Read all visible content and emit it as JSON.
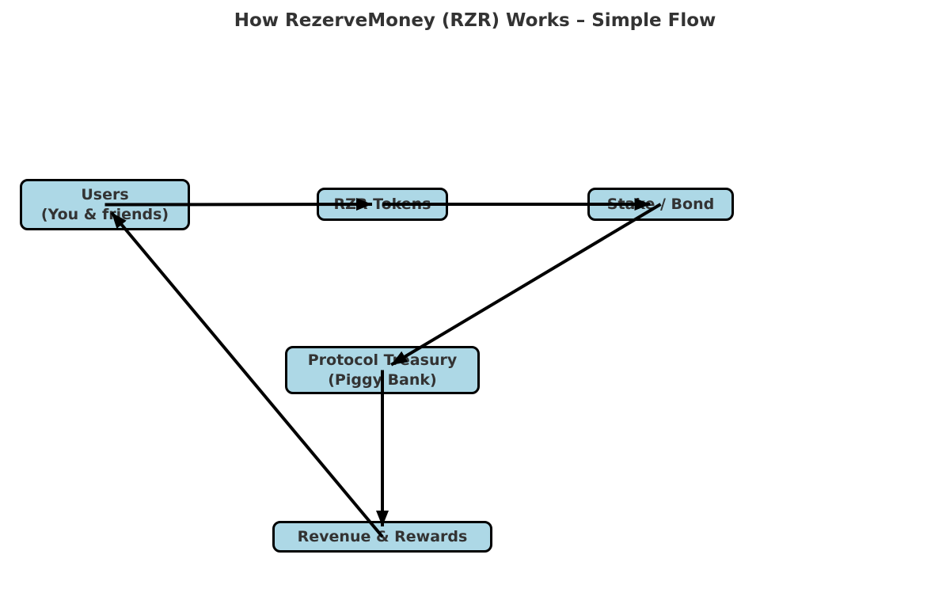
{
  "title": "How RezerveMoney (RZR) Works – Simple Flow",
  "nodes": {
    "users": {
      "label": "Users\n(You & friends)"
    },
    "rzr_tokens": {
      "label": "RZR Tokens"
    },
    "stake_bond": {
      "label": "Stake / Bond"
    },
    "treasury": {
      "label": "Protocol Treasury\n(Piggy Bank)"
    },
    "revenue": {
      "label": "Revenue & Rewards"
    }
  },
  "edges": [
    {
      "from": "users",
      "to": "rzr_tokens"
    },
    {
      "from": "rzr_tokens",
      "to": "stake_bond"
    },
    {
      "from": "stake_bond",
      "to": "treasury"
    },
    {
      "from": "treasury",
      "to": "revenue"
    },
    {
      "from": "revenue",
      "to": "users"
    }
  ],
  "colors": {
    "node_fill": "#ADD8E6",
    "node_border": "#000000",
    "arrow": "#000000",
    "text": "#333333",
    "background": "#FFFFFF"
  }
}
